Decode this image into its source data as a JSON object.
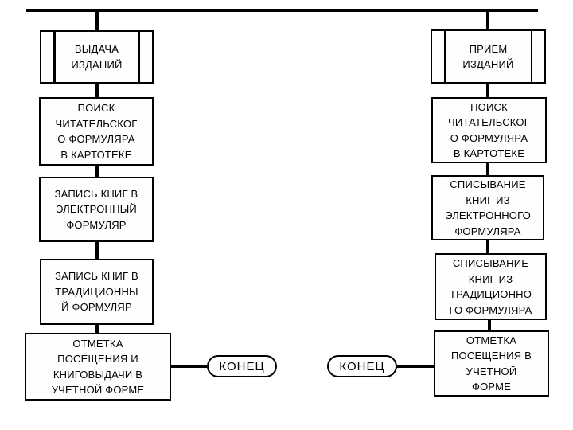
{
  "page": {
    "background_color": "#ffffff",
    "line_color": "#000000",
    "box_fill_color": "#fefefe",
    "text_color": "#000000"
  },
  "flows": {
    "issue": {
      "start": "ВЫДАЧА\nИЗДАНИЙ",
      "steps": [
        "ПОИСК\nЧИТАТЕЛЬСКОГ\nО ФОРМУЛЯРА\nВ КАРТОТЕКЕ",
        "ЗАПИСЬ КНИГ В\nЭЛЕКТРОННЫЙ\nФОРМУЛЯР",
        "ЗАПИСЬ КНИГ В\nТРАДИЦИОННЫ\nЙ  ФОРМУЛЯР",
        "ОТМЕТКА\nПОСЕЩЕНИЯ И\nКНИГОВЫДАЧИ В\nУЧЕТНОЙ ФОРМЕ"
      ],
      "end": "КОНЕЦ"
    },
    "receive": {
      "start": "ПРИЕМ\nИЗДАНИЙ",
      "steps": [
        "ПОИСК\nЧИТАТЕЛЬСКОГ\nО ФОРМУЛЯРА\nВ КАРТОТЕКЕ",
        "СПИСЫВАНИЕ\nКНИГ ИЗ\nЭЛЕКТРОННОГО\nФОРМУЛЯРА",
        "СПИСЫВАНИЕ\nКНИГ ИЗ\nТРАДИЦИОННО\nГО ФОРМУЛЯРА",
        "ОТМЕТКА\nПОСЕЩЕНИЯ В\nУЧЕТНОЙ\nФОРМЕ"
      ],
      "end": "КОНЕЦ"
    }
  }
}
